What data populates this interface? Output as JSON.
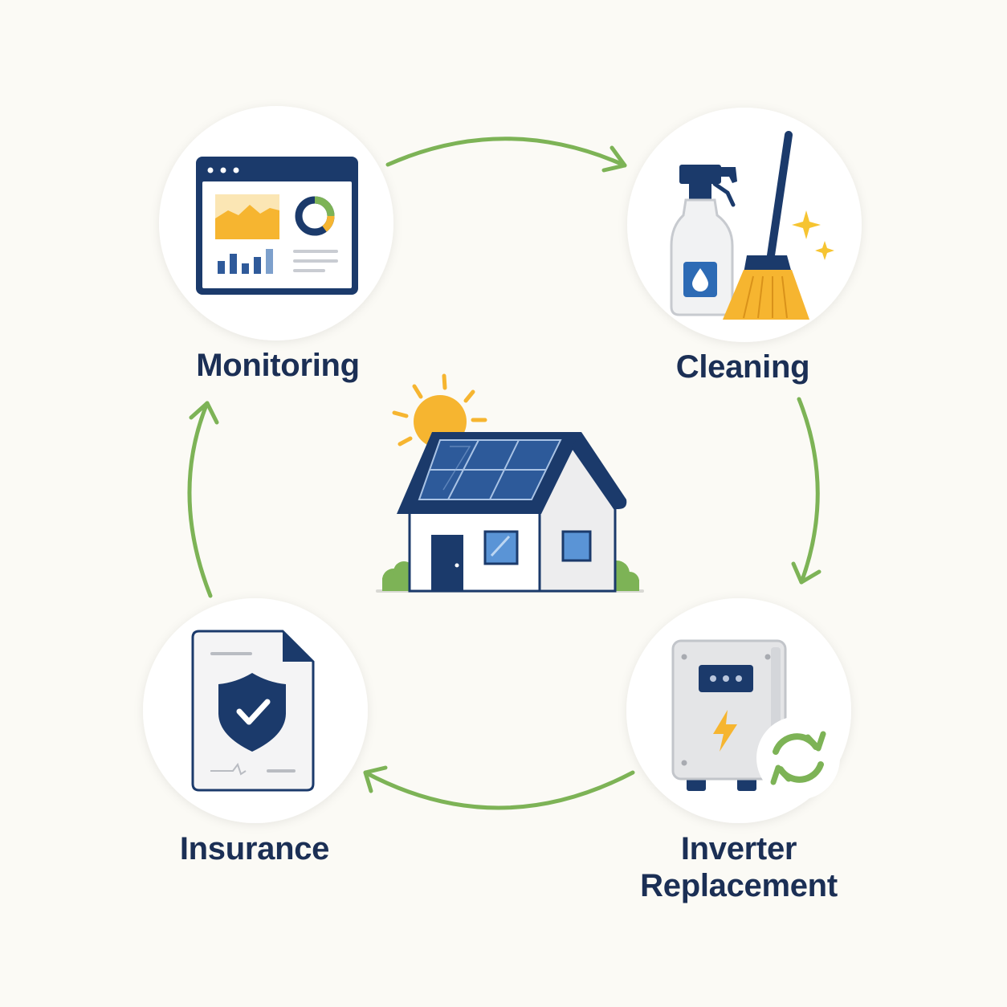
{
  "diagram": {
    "steps": [
      {
        "label": "Monitoring",
        "icon": "monitoring-dashboard-icon"
      },
      {
        "label": "Cleaning",
        "icon": "cleaning-spray-broom-icon"
      },
      {
        "label_line1": "Inverter",
        "label_line2": "Replacement",
        "icon": "inverter-replacement-icon"
      },
      {
        "label": "Insurance",
        "icon": "insurance-document-icon"
      }
    ],
    "center_icon": "solar-house-icon",
    "flow": "clockwise",
    "colors": {
      "background": "#fbfaf5",
      "navy": "#1b3a6b",
      "arrow_green": "#7db356",
      "sun_orange": "#f6b530",
      "label_text": "#1b2f55"
    }
  }
}
